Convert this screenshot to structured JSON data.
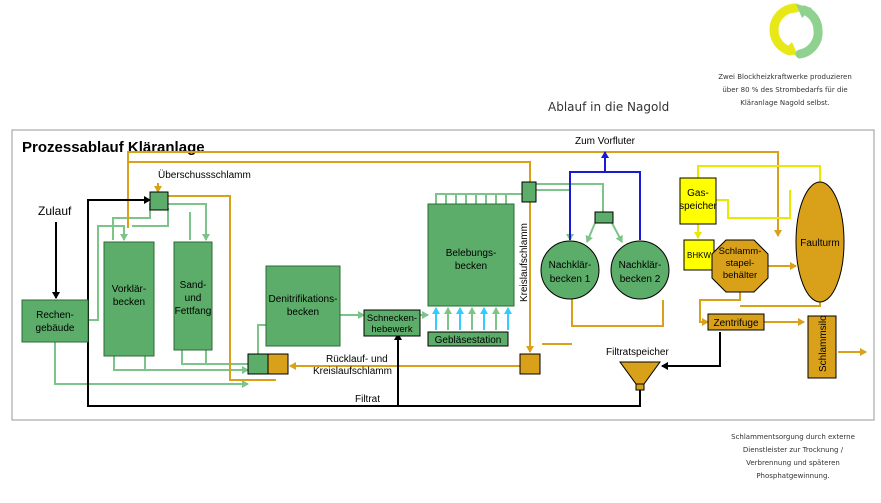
{
  "colors": {
    "green": "#5cad6a",
    "gold": "#d9a11a",
    "yellow": "#ffff00",
    "blue": "#1a1ad6",
    "cyan": "#33ccff",
    "black": "#000000",
    "line_green": "#7cc48a"
  },
  "header": {
    "ablauf": "Ablauf in die Nagold",
    "bhkw_note": [
      "Zwei Blockheizkraftwerke produzieren",
      "über 80 % des Strombedarfs für die",
      "Kläranlage Nagold selbst."
    ],
    "logo_icon": "recycle-arrows-icon"
  },
  "diagram": {
    "title": "Prozessablauf Kläranlage",
    "labels": {
      "zulauf": "Zulauf",
      "rechengebaeude": [
        "Rechen-",
        "gebäude"
      ],
      "vorklaerbecken": [
        "Vorklär-",
        "becken"
      ],
      "sandfettfang": [
        "Sand-",
        "und",
        "Fettfang"
      ],
      "ueberschussschlamm": "Überschussschlamm",
      "denitrifikation": [
        "Denitrifikations-",
        "becken"
      ],
      "schneckenhebewerk": [
        "Schnecken-",
        "hebewerk"
      ],
      "belebungsbecken": [
        "Belebungs-",
        "becken"
      ],
      "geblaesestation": "Gebläsestation",
      "kreislaufschlamm": "Kreislaufschlamm",
      "ruecklauf": [
        "Rücklauf- und",
        "Kreislaufschlamm"
      ],
      "nachklaer1": [
        "Nachklär-",
        "becken 1"
      ],
      "nachklaer2": [
        "Nachklär-",
        "becken 2"
      ],
      "zum_vorfluter": "Zum Vorfluter",
      "gasspeicher": [
        "Gas-",
        "speicher"
      ],
      "bhkw": "BHKW",
      "schlammstapel": [
        "Schlamm-",
        "stapel-",
        "behälter"
      ],
      "faulturm": "Faulturm",
      "zentrifuge": "Zentrifuge",
      "schlammsilo": "Schlammsilo",
      "filtratspeicher": "Filtratspeicher",
      "filtrat": "Filtrat"
    }
  },
  "footer": {
    "note": [
      "Schlammentsorgung durch externe",
      "Dienstleister zur Trocknung /",
      "Verbrennung  und späteren",
      "Phosphatgewinnung."
    ]
  }
}
